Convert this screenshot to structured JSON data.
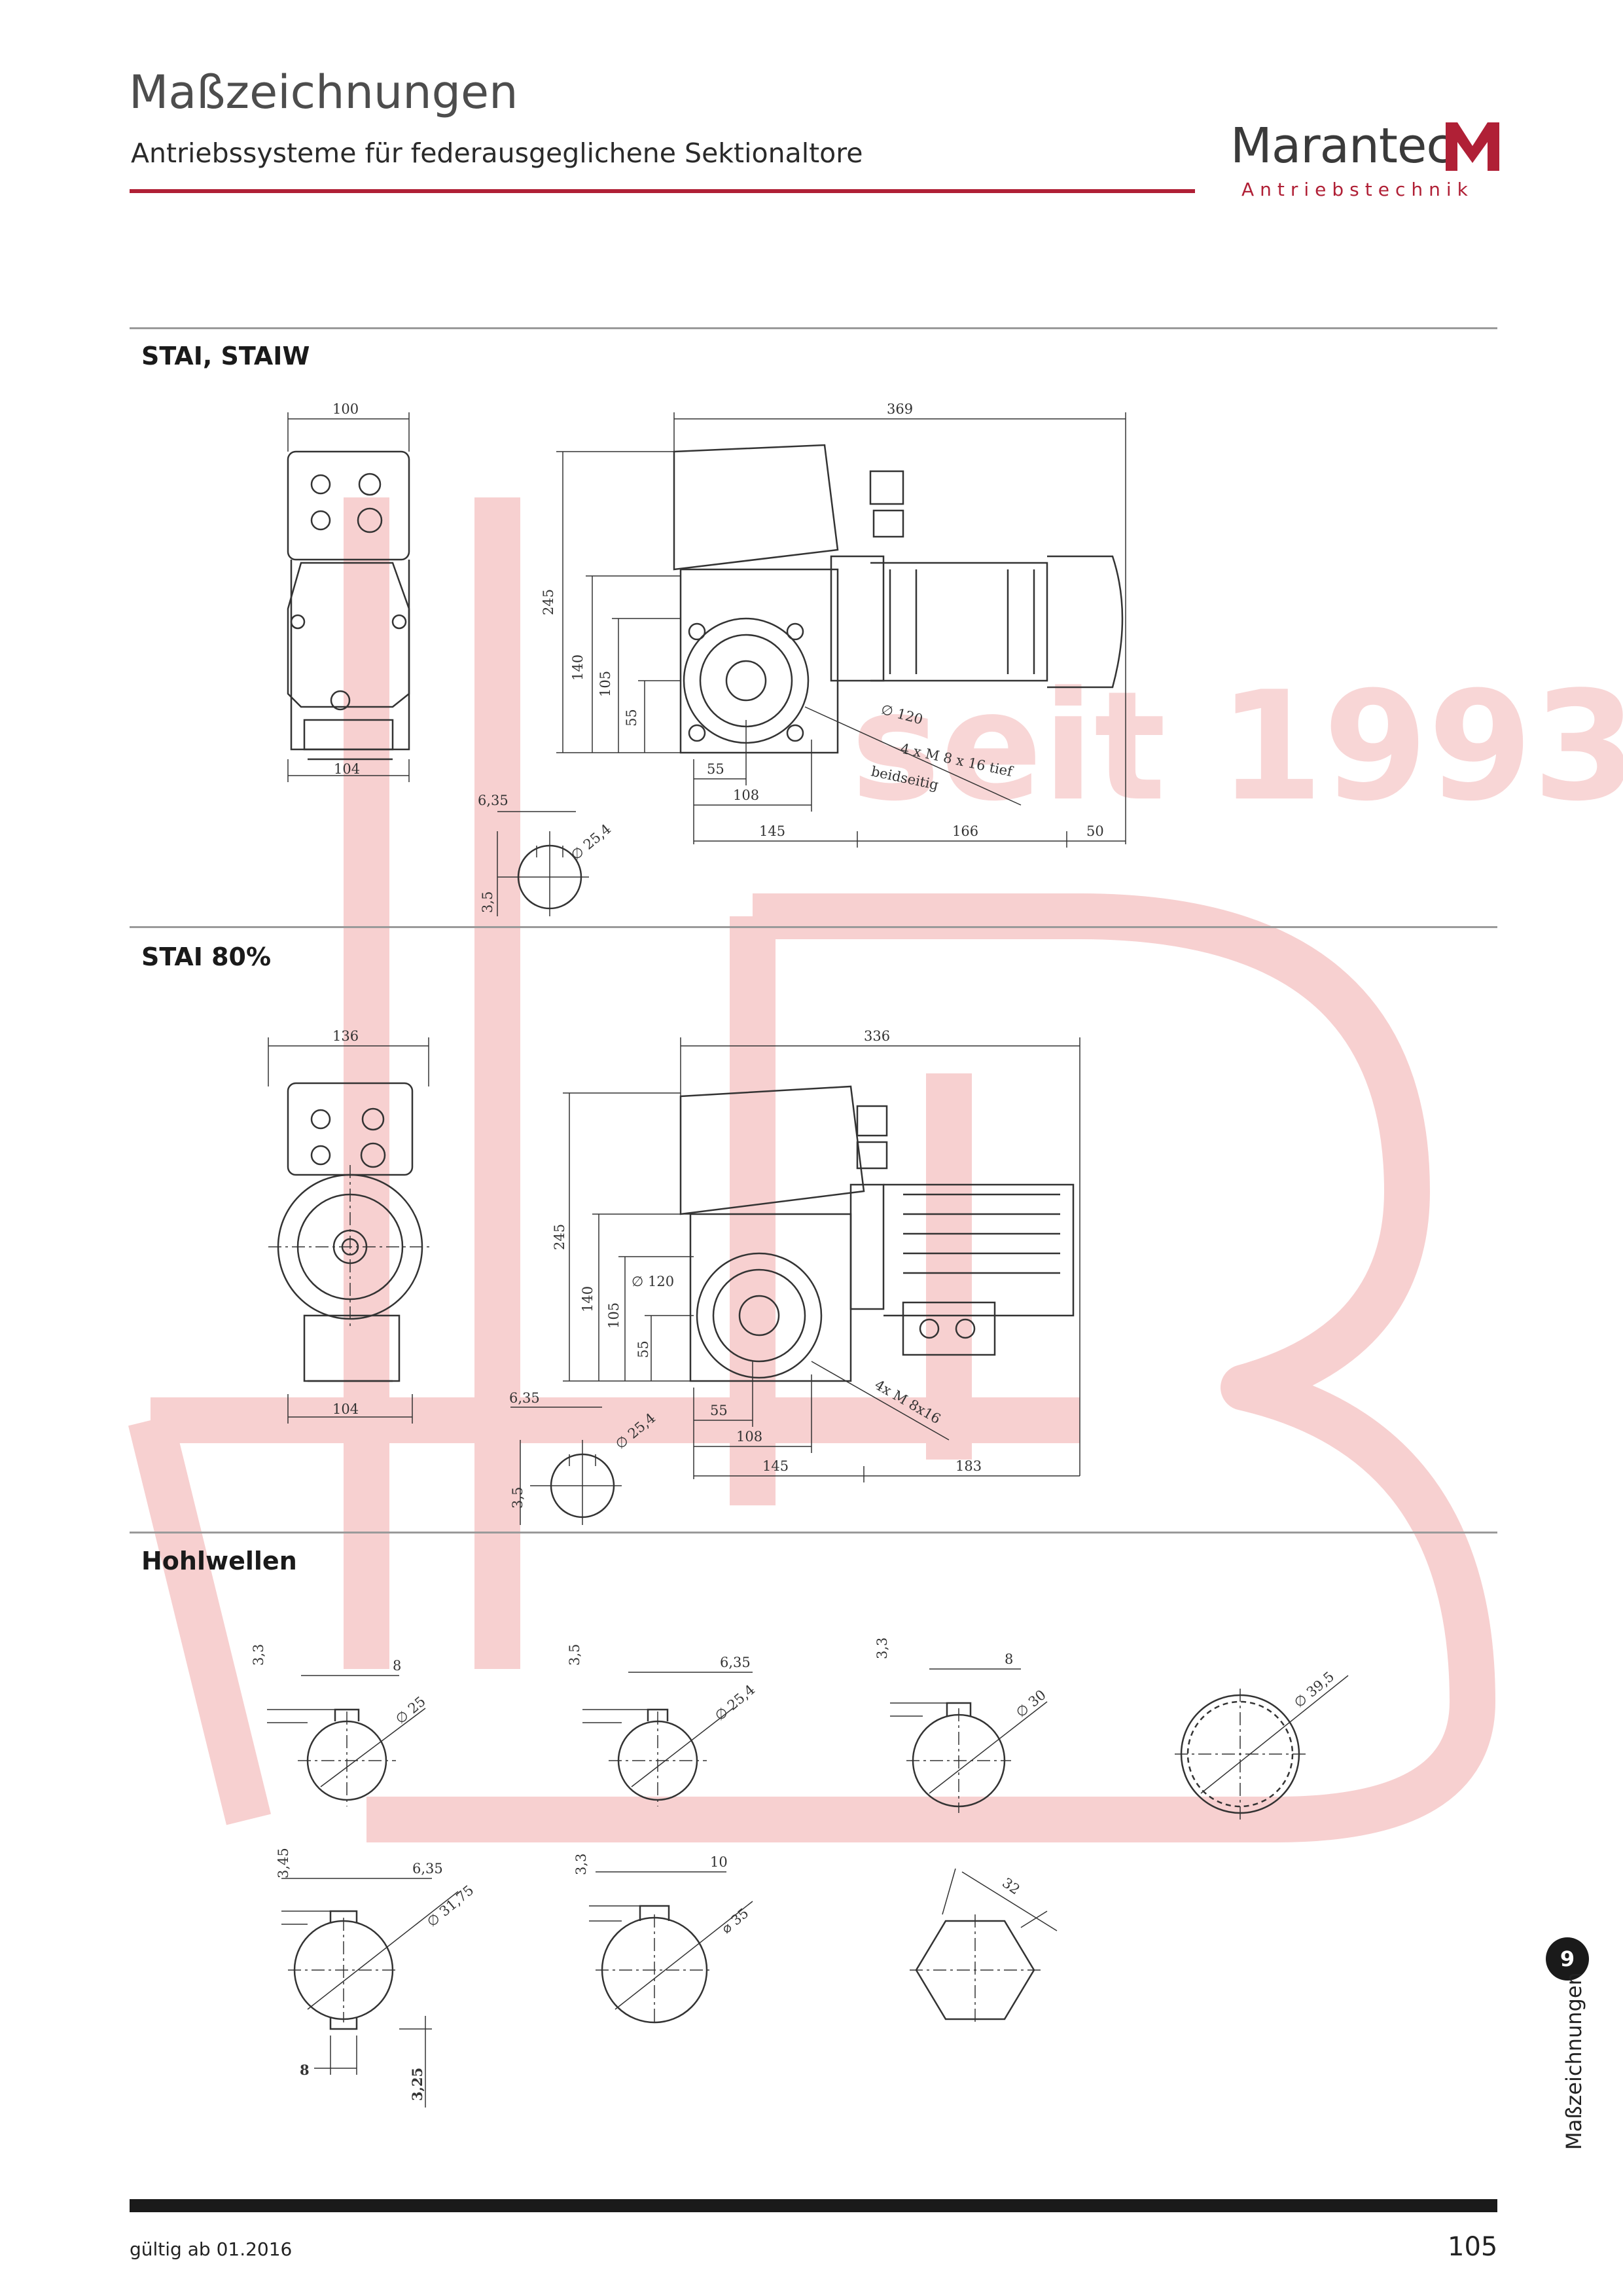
{
  "header": {
    "title": "Maßzeichnungen",
    "subtitle": "Antriebssysteme für federausgeglichene Sektionaltore",
    "brand_name": "Marantec",
    "brand_sub": "Antriebstechnik",
    "brand_color": "#b02036"
  },
  "watermark": {
    "text": "seit 1993",
    "color": "#f6c9c9"
  },
  "sections": [
    {
      "title": "STAI, STAIW",
      "dims": {
        "w_top": "100",
        "w_bottom": "104",
        "len_total": "369",
        "h_245": "245",
        "h_140": "140",
        "h_105": "105",
        "h_55": "55",
        "dia_120": "∅ 120",
        "thread": "4 x M   8 x 16 tief",
        "thread2": "beidseitig",
        "x_55": "55",
        "x_108": "108",
        "x_145": "145",
        "x_166": "166",
        "x_50": "50",
        "key_635": "6,35",
        "key_35": "3,5",
        "shaft": "∅ 25,4"
      }
    },
    {
      "title": "STAI 80%",
      "dims": {
        "w_top": "136",
        "w_bottom": "104",
        "len_total": "336",
        "h_245": "245",
        "h_140": "140",
        "h_105": "105",
        "h_55": "55",
        "dia_120": "∅ 120",
        "thread": "4x M 8x16",
        "x_55": "55",
        "x_108": "108",
        "x_145": "145",
        "x_183": "183",
        "key_635": "6,35",
        "key_35": "3,5",
        "shaft": "∅ 25,4"
      }
    },
    {
      "title": "Hohlwellen",
      "shafts": [
        {
          "key_h": "3,3",
          "key_w": "8",
          "dia": "∅ 25"
        },
        {
          "key_h": "3,5",
          "key_w": "6,35",
          "dia": "∅ 25,4"
        },
        {
          "key_h": "3,3",
          "key_w": "8",
          "dia": "∅ 30"
        },
        {
          "dia": "∅ 39,5"
        },
        {
          "key_h": "3,45",
          "key_w": "6,35",
          "dia": "∅ 31,75",
          "key2_w": "8",
          "key2_h": "3,25"
        },
        {
          "key_h": "3,3",
          "key_w": "10",
          "dia": "⌀ 35"
        },
        {
          "hex": "32"
        }
      ]
    }
  ],
  "side": {
    "chapter": "9",
    "label": "Maßzeichnungen"
  },
  "footer": {
    "valid": "gültig ab 01.2016",
    "page": "105"
  }
}
